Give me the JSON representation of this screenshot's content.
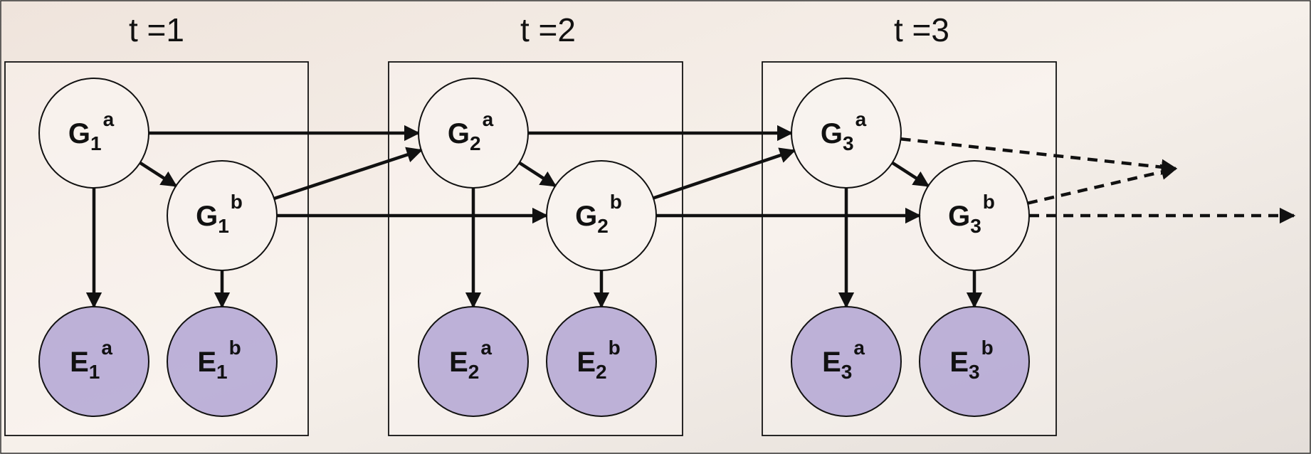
{
  "time_slices": [
    {
      "id": "t1",
      "title": "t =1"
    },
    {
      "id": "t2",
      "title": "t =2"
    },
    {
      "id": "t3",
      "title": "t =3"
    }
  ],
  "nodes": [
    {
      "id": "G1a",
      "letter": "G",
      "sub": "1",
      "sup": "a",
      "kind": "hidden"
    },
    {
      "id": "G1b",
      "letter": "G",
      "sub": "1",
      "sup": "b",
      "kind": "hidden"
    },
    {
      "id": "E1a",
      "letter": "E",
      "sub": "1",
      "sup": "a",
      "kind": "evidence"
    },
    {
      "id": "E1b",
      "letter": "E",
      "sub": "1",
      "sup": "b",
      "kind": "evidence"
    },
    {
      "id": "G2a",
      "letter": "G",
      "sub": "2",
      "sup": "a",
      "kind": "hidden"
    },
    {
      "id": "G2b",
      "letter": "G",
      "sub": "2",
      "sup": "b",
      "kind": "hidden"
    },
    {
      "id": "E2a",
      "letter": "E",
      "sub": "2",
      "sup": "a",
      "kind": "evidence"
    },
    {
      "id": "E2b",
      "letter": "E",
      "sub": "2",
      "sup": "b",
      "kind": "evidence"
    },
    {
      "id": "G3a",
      "letter": "G",
      "sub": "3",
      "sup": "a",
      "kind": "hidden"
    },
    {
      "id": "G3b",
      "letter": "G",
      "sub": "3",
      "sup": "b",
      "kind": "hidden"
    },
    {
      "id": "E3a",
      "letter": "E",
      "sub": "3",
      "sup": "a",
      "kind": "evidence"
    },
    {
      "id": "E3b",
      "letter": "E",
      "sub": "3",
      "sup": "b",
      "kind": "evidence"
    }
  ],
  "edges": [
    {
      "from": "G1a",
      "to": "G1b",
      "style": "solid"
    },
    {
      "from": "G1a",
      "to": "E1a",
      "style": "solid"
    },
    {
      "from": "G1b",
      "to": "E1b",
      "style": "solid"
    },
    {
      "from": "G1a",
      "to": "G2a",
      "style": "solid"
    },
    {
      "from": "G1b",
      "to": "G2a",
      "style": "solid"
    },
    {
      "from": "G1b",
      "to": "G2b",
      "style": "solid"
    },
    {
      "from": "G2a",
      "to": "G2b",
      "style": "solid"
    },
    {
      "from": "G2a",
      "to": "E2a",
      "style": "solid"
    },
    {
      "from": "G2b",
      "to": "E2b",
      "style": "solid"
    },
    {
      "from": "G2a",
      "to": "G3a",
      "style": "solid"
    },
    {
      "from": "G2b",
      "to": "G3a",
      "style": "solid"
    },
    {
      "from": "G2b",
      "to": "G3b",
      "style": "solid"
    },
    {
      "from": "G3a",
      "to": "G3b",
      "style": "solid"
    },
    {
      "from": "G3a",
      "to": "E3a",
      "style": "solid"
    },
    {
      "from": "G3b",
      "to": "E3b",
      "style": "solid"
    },
    {
      "from": "G3a",
      "to": "next-a",
      "style": "dashed"
    },
    {
      "from": "G3b",
      "to": "next-a",
      "style": "dashed"
    },
    {
      "from": "G3b",
      "to": "next-b",
      "style": "dashed"
    }
  ],
  "colors": {
    "background": "#f2ebe4",
    "hidden_fill": "#f8f3ef",
    "evidence_fill": "#b3a6d4",
    "stroke": "#111111"
  }
}
